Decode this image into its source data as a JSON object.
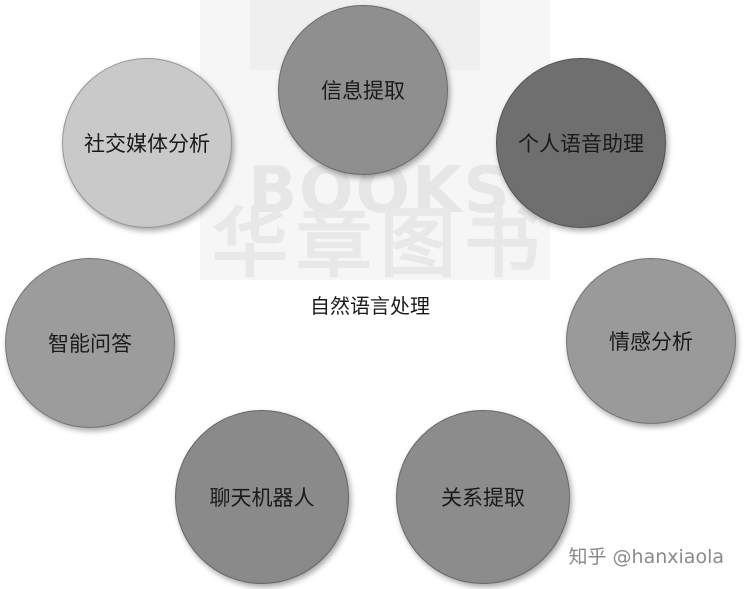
{
  "watermark": {
    "line1": "HZ BOOKS",
    "line2": "华章图书"
  },
  "center": {
    "label": "自然语言处理"
  },
  "nodes": {
    "info_extract": {
      "label": "信息提取",
      "color": "#8f8f8f"
    },
    "personal_assistant": {
      "label": "个人语音助理",
      "color": "#6f6f6f"
    },
    "sentiment": {
      "label": "情感分析",
      "color": "#9a9a9a"
    },
    "relation_extract": {
      "label": "关系提取",
      "color": "#8c8c8c"
    },
    "chatbot": {
      "label": "聊天机器人",
      "color": "#8a8a8a"
    },
    "qa": {
      "label": "智能问答",
      "color": "#9c9c9c"
    },
    "social_media": {
      "label": "社交媒体分析",
      "color": "#c9c9c9"
    }
  },
  "footer": {
    "text": "知乎 @hanxiaola"
  }
}
